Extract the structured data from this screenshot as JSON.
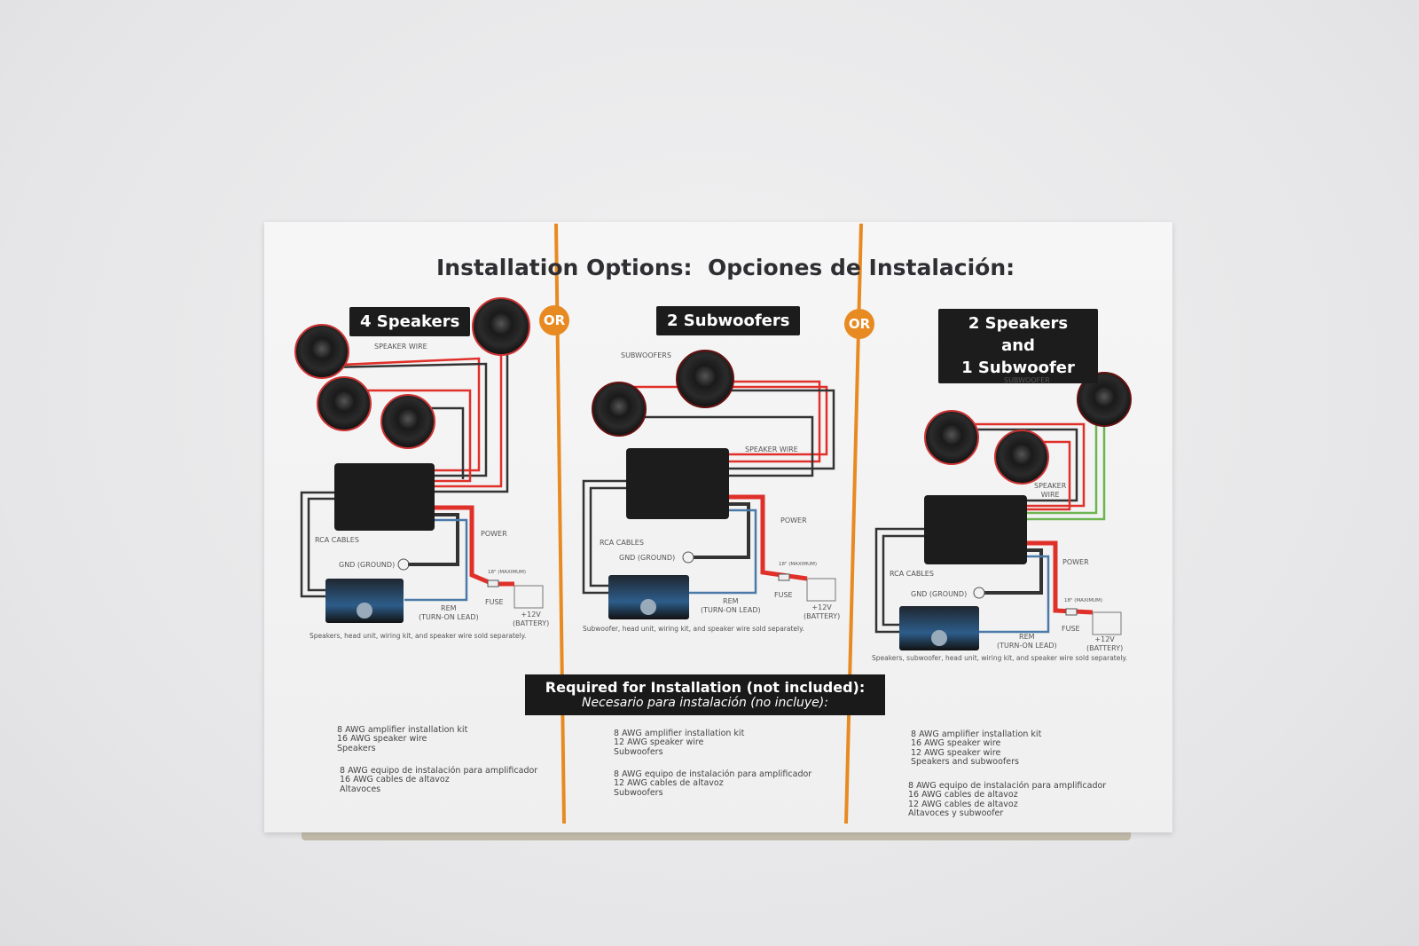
{
  "title": {
    "en": "Installation Options:",
    "es": "Opciones de Instalación:"
  },
  "or_label": "OR",
  "colors": {
    "orange": "#e88a22",
    "red_wire": "#e0302a",
    "green_wire": "#6db552",
    "blue_wire": "#4b7aa8"
  },
  "panels": [
    {
      "heading": "4 Speakers",
      "labels": {
        "speaker_wire": "SPEAKER WIRE",
        "rca": "RCA CABLES",
        "gnd": "GND (GROUND)",
        "power": "POWER",
        "maximum": "18\" (MAXIMUM)",
        "fuse": "FUSE",
        "rem": "REM",
        "rem2": "(TURN-ON LEAD)",
        "battery": "+12V",
        "battery2": "(BATTERY)"
      },
      "note": "Speakers, head unit, wiring kit, and speaker wire sold separately.",
      "required_en": [
        "8 AWG amplifier installation kit",
        "16 AWG speaker wire",
        "Speakers"
      ],
      "required_es": [
        "8 AWG equipo de instalación para amplificador",
        "16 AWG cables de altavoz",
        "Altavoces"
      ]
    },
    {
      "heading": "2 Subwoofers",
      "labels": {
        "subwoofers": "SUBWOOFERS",
        "speaker_wire": "SPEAKER WIRE",
        "rca": "RCA CABLES",
        "gnd": "GND (GROUND)",
        "power": "POWER",
        "maximum": "18\" (MAXIMUM)",
        "fuse": "FUSE",
        "rem": "REM",
        "rem2": "(TURN-ON LEAD)",
        "battery": "+12V",
        "battery2": "(BATTERY)"
      },
      "note": "Subwoofer, head unit, wiring kit, and speaker wire sold separately.",
      "required_en": [
        "8 AWG amplifier installation kit",
        "12 AWG speaker wire",
        "Subwoofers"
      ],
      "required_es": [
        "8 AWG equipo de instalación para amplificador",
        "12 AWG cables de altavoz",
        "Subwoofers"
      ]
    },
    {
      "heading": "2 Speakers and",
      "heading2": "1 Subwoofer",
      "labels": {
        "subwoofer": "SUBWOOFER",
        "speaker_wire": "SPEAKER",
        "speaker_wire2": "WIRE",
        "rca": "RCA CABLES",
        "gnd": "GND (GROUND)",
        "power": "POWER",
        "maximum": "18\" (MAXIMUM)",
        "fuse": "FUSE",
        "rem": "REM",
        "rem2": "(TURN-ON LEAD)",
        "battery": "+12V",
        "battery2": "(BATTERY)"
      },
      "note": "Speakers, subwoofer, head unit, wiring kit, and speaker wire sold separately.",
      "required_en": [
        "8 AWG amplifier installation kit",
        "16 AWG speaker wire",
        "12 AWG  speaker wire",
        "Speakers and subwoofers"
      ],
      "required_es": [
        "8 AWG equipo de instalación para amplificador",
        "16 AWG cables de altavoz",
        "12 AWG cables de altavoz",
        "Altavoces y subwoofer"
      ]
    }
  ],
  "required": {
    "en": "Required for Installation (not included):",
    "es": "Necesario para instalación (no incluye):"
  }
}
